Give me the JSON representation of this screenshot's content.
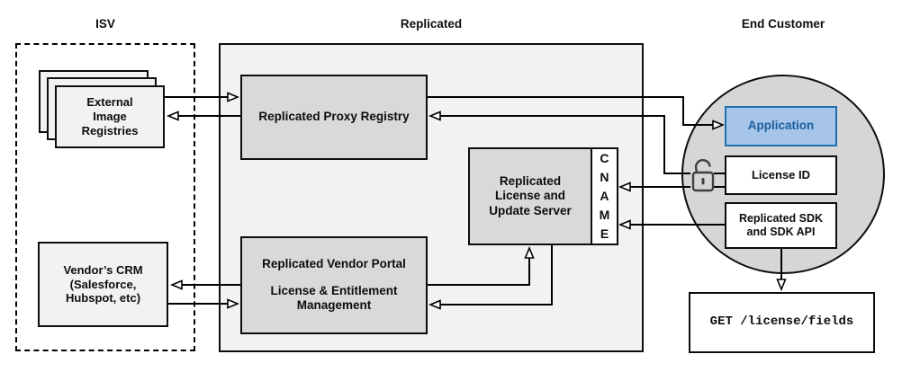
{
  "sections": {
    "isv": {
      "title": "ISV"
    },
    "replicated": {
      "title": "Replicated"
    },
    "end_customer": {
      "title": "End Customer"
    }
  },
  "nodes": {
    "external_registries": {
      "label": "External\nImage\nRegistries"
    },
    "vendors_crm": {
      "label": "Vendor’s CRM\n(Salesforce,\nHubspot, etc)"
    },
    "proxy_registry": {
      "label": "Replicated Proxy Registry"
    },
    "license_update_server": {
      "label": "Replicated\nLicense and\nUpdate Server"
    },
    "cname": {
      "label": "C\nN\nA\nM\nE"
    },
    "vendor_portal": {
      "title": "Replicated Vendor Portal",
      "subtitle": "License & Entitlement\nManagement"
    },
    "application": {
      "label": "Application"
    },
    "license_id": {
      "label": "License ID"
    },
    "replicated_sdk": {
      "label": "Replicated SDK\nand SDK API"
    },
    "get_request": {
      "label": "GET /license/fields"
    }
  },
  "icons": {
    "lock": "open-padlock-icon"
  },
  "connections": [
    {
      "from": "external_registries",
      "to": "proxy_registry"
    },
    {
      "from": "proxy_registry",
      "to": "external_registries"
    },
    {
      "from": "proxy_registry",
      "to": "application"
    },
    {
      "from": "license_id",
      "to": "proxy_registry"
    },
    {
      "from": "license_id",
      "to": "cname"
    },
    {
      "from": "replicated_sdk",
      "to": "cname"
    },
    {
      "from": "vendor_portal",
      "to": "license_update_server"
    },
    {
      "from": "license_update_server",
      "to": "vendor_portal"
    },
    {
      "from": "vendor_portal",
      "to": "vendors_crm"
    },
    {
      "from": "vendors_crm",
      "to": "vendor_portal"
    },
    {
      "from": "replicated_sdk",
      "to": "get_request"
    }
  ],
  "colors": {
    "line": "#000000",
    "panel_gray": "#f2f2f2",
    "node_gray": "#d9d9d9",
    "circle_gray": "#d6d6d6",
    "application_fill": "#a6c5e9",
    "application_border": "#1d6fae",
    "application_text": "#1b5e9e",
    "lock": "#404040"
  }
}
